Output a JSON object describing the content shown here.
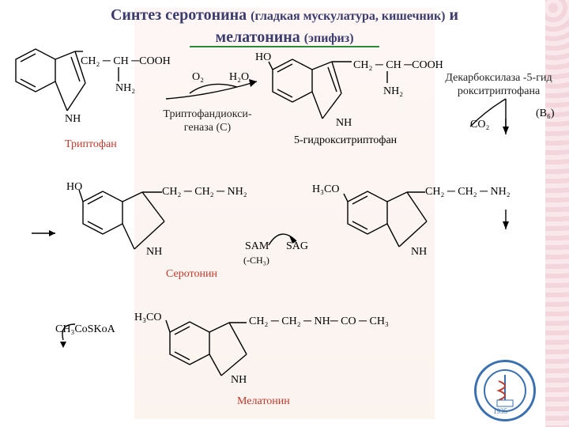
{
  "title": {
    "line1_main": "Синтез серотонина ",
    "line1_note": "(гладкая мускулатура, кишечник)",
    "line1_tail": " и",
    "line2_main": "мелатонина ",
    "line2_note": "(эпифиз)"
  },
  "step1": {
    "chain": "CH₂ ─ CH ─COOH",
    "amine": "NH₂",
    "nh": "NH",
    "name": "Триптофан",
    "o2": "O₂",
    "h2o": "H₂O",
    "enzyme_line1": "Триптофандиокси-",
    "enzyme_line2": "геназа (С)"
  },
  "step2": {
    "ho": "HO",
    "chain": "CH₂ ─ CH ─COOH",
    "amine": "NH₂",
    "nh": "NH",
    "name": "5-гидрокситриптофан",
    "enzyme_line1": "Декарбоксилаза -5-гид",
    "enzyme_line2": "рокситриптофана",
    "cofactor": "(B₆)",
    "co2": "CO₂"
  },
  "step3": {
    "ho": "HO",
    "chain": "CH₂ ─ CH₂ ─ NH₂",
    "nh": "NH",
    "name": "Серотонин",
    "sam": "SAM",
    "sag": "SAG",
    "methyl": "(-CH₃)"
  },
  "step4": {
    "h3co": "H₃CO",
    "chain": "CH₂ ─ CH₂ ─ NH₂",
    "nh": "NH"
  },
  "step5": {
    "reagent": "CH₃CoSKoA",
    "h3co": "H₃CO",
    "chain": "CH₂ ─ CH₂ ─ NH─ CO ─ CH₃",
    "nh": "NH",
    "name": "Мелатонин"
  },
  "logo": {
    "year": "1935"
  },
  "colors": {
    "title": "#3b3b6e",
    "name_red": "#c0392b",
    "logo_blue": "#3a6fb0"
  }
}
